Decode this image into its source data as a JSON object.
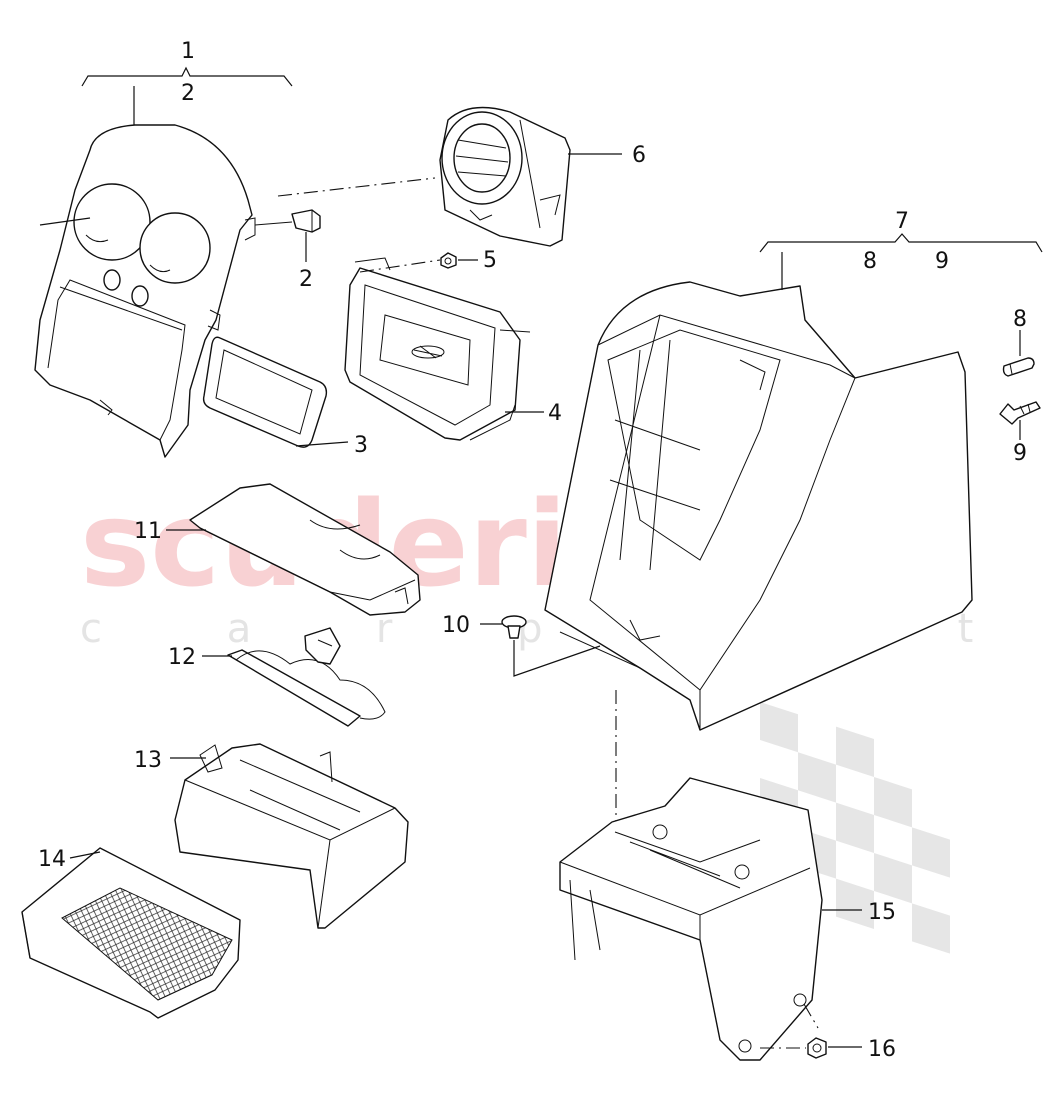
{
  "watermark": {
    "brand": "scuderia",
    "tagline": "c a r   p a r t s"
  },
  "callouts": [
    {
      "id": "c1",
      "label": "1"
    },
    {
      "id": "c2a",
      "label": "2"
    },
    {
      "id": "c2b",
      "label": "2"
    },
    {
      "id": "c3",
      "label": "3"
    },
    {
      "id": "c4",
      "label": "4"
    },
    {
      "id": "c5",
      "label": "5"
    },
    {
      "id": "c6",
      "label": "6"
    },
    {
      "id": "c7",
      "label": "7"
    },
    {
      "id": "c8a",
      "label": "8"
    },
    {
      "id": "c9a",
      "label": "9"
    },
    {
      "id": "c8b",
      "label": "8"
    },
    {
      "id": "c9b",
      "label": "9"
    },
    {
      "id": "c10",
      "label": "10"
    },
    {
      "id": "c11",
      "label": "11"
    },
    {
      "id": "c12",
      "label": "12"
    },
    {
      "id": "c13",
      "label": "13"
    },
    {
      "id": "c14",
      "label": "14"
    },
    {
      "id": "c15",
      "label": "15"
    },
    {
      "id": "c16",
      "label": "16"
    }
  ]
}
